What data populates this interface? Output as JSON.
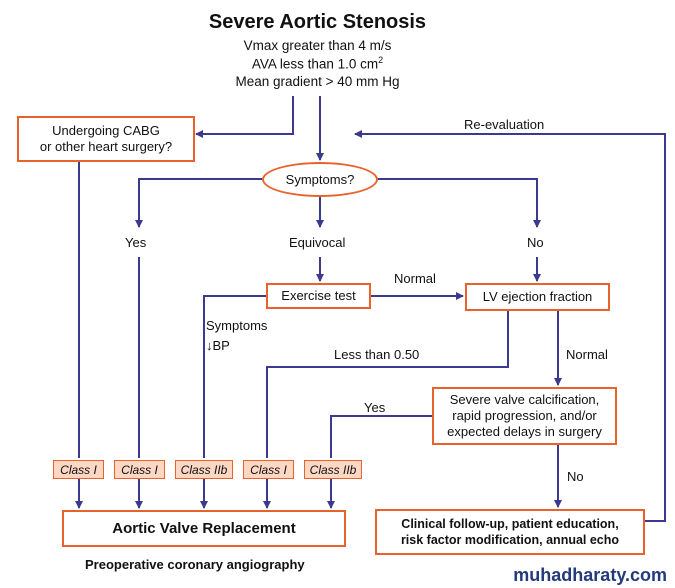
{
  "title": "Severe Aortic Stenosis",
  "criteria": {
    "vmax": "Vmax greater than 4 m/s",
    "ava": "AVA less than 1.0 cm",
    "ava_sup": "2",
    "gradient": "Mean gradient > 40 mm Hg"
  },
  "nodes": {
    "cabg": "Undergoing CABG\nor other heart surgery?",
    "symptoms": "Symptoms?",
    "exercise": "Exercise test",
    "lvef": "LV ejection fraction",
    "calcification": "Severe valve calcification,\nrapid progression, and/or\nexpected delays in surgery",
    "avr": "Aortic Valve Replacement",
    "followup": "Clinical follow-up, patient education,\nrisk factor modification, annual echo"
  },
  "edge_labels": {
    "reevaluation": "Re-evaluation",
    "yes": "Yes",
    "equivocal": "Equivocal",
    "no": "No",
    "normal_exercise": "Normal",
    "symptoms_bp_1": "Symptoms",
    "symptoms_bp_2": "↓BP",
    "less_than": "Less than 0.50",
    "normal_lvef": "Normal",
    "yes_calc": "Yes",
    "no_calc": "No"
  },
  "classes": [
    "Class I",
    "Class I",
    "Class IIb",
    "Class I",
    "Class IIb"
  ],
  "footer": "Preoperative coronary angiography",
  "watermark": "muhadharaty.com",
  "colors": {
    "box_border": "#e8632b",
    "class_fill": "#fbd7c4",
    "arrow": "#3b3a8f"
  }
}
